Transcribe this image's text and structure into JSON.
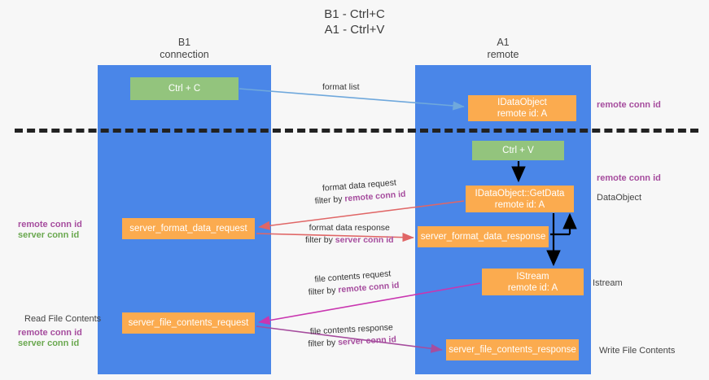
{
  "title": "B1 - Ctrl+C\nA1 - Ctrl+V",
  "lanes": [
    {
      "id": "b1",
      "header": "B1\nconnection",
      "color": "#4a86e8"
    },
    {
      "id": "a1",
      "header": "A1\nremote",
      "color": "#4a86e8"
    }
  ],
  "colors": {
    "lane": "#4a86e8",
    "green_node": "#93c47d",
    "orange_node": "#fbab4f",
    "purple_text": "#a64d9e",
    "green_text": "#6aa84f",
    "divider": "#222222",
    "arrow_blue": "#6fa8dc",
    "arrow_red": "#e06666",
    "arrow_magenta": "#c936b0",
    "arrow_purple": "#a64d9e",
    "arrow_black": "#000000",
    "background": "#f7f7f7"
  },
  "nodes": {
    "ctrl_c": "Ctrl + C",
    "idataobject": "IDataObject\nremote id: A",
    "ctrl_v": "Ctrl + V",
    "getdata": "IDataObject::GetData\nremote id: A",
    "server_format_data_request": "server_format_data_request",
    "server_format_data_response": "server_format_data_response",
    "istream": "IStream\nremote id: A",
    "server_file_contents_request": "server_file_contents_request",
    "server_file_contents_response": "server_file_contents_response"
  },
  "annotations": {
    "remote_conn_id_1": "remote conn id",
    "remote_conn_id_2": "remote conn id",
    "dataobject": "DataObject",
    "istream": "Istream",
    "write_file_contents": "Write File Contents",
    "read_file_contents": "Read File Contents",
    "left_remote_conn_id_1": "remote conn id",
    "left_server_conn_id_1": "server conn id",
    "left_remote_conn_id_2": "remote conn id",
    "left_server_conn_id_2": "server conn id"
  },
  "edge_labels": {
    "format_list": {
      "line1": "format list",
      "line2": "",
      "line2_hl": ""
    },
    "format_data_request": {
      "line1": "format data request",
      "line2": "filter by ",
      "line2_hl": "remote conn id"
    },
    "format_data_response": {
      "line1": "format data response",
      "line2": "filter by ",
      "line2_hl": "server conn id"
    },
    "file_contents_request": {
      "line1": "file contents request",
      "line2": "filter by ",
      "line2_hl": "remote conn id"
    },
    "file_contents_response": {
      "line1": "file contents response",
      "line2": "filter by ",
      "line2_hl": "server conn id"
    }
  }
}
